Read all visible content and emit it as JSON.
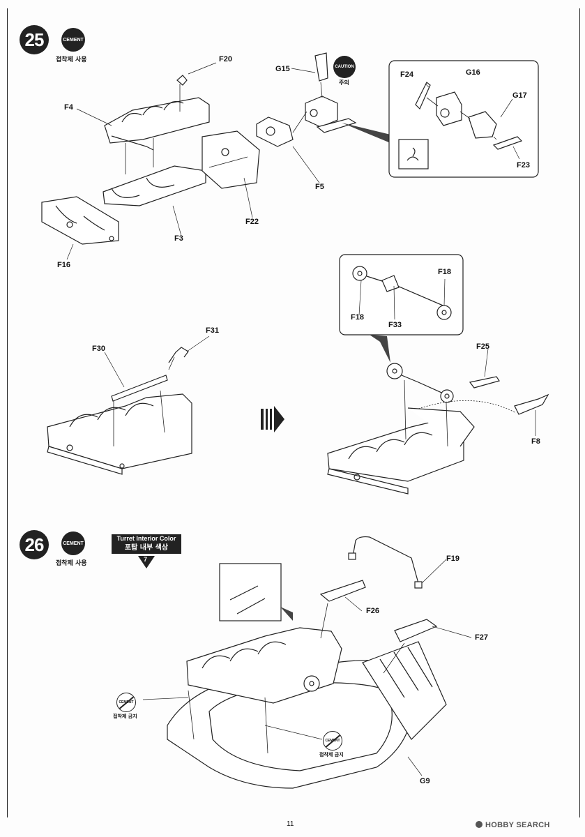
{
  "steps": [
    {
      "number": "25",
      "badge": "CEMENT",
      "badge_caption": "접착제 사용"
    },
    {
      "number": "26",
      "badge": "CEMENT",
      "badge_caption": "접착제 사용"
    }
  ],
  "caution": {
    "badge": "CAUTION",
    "caption": "주의"
  },
  "no_cement": {
    "badge": "CEMENT",
    "caption": "접착제 금지"
  },
  "color_note": {
    "english": "Turret Interior Color",
    "korean": "포탑 내부 색상",
    "number": "7"
  },
  "part_labels": {
    "f20": "F20",
    "g15": "G15",
    "f4": "F4",
    "f24": "F24",
    "g16": "G16",
    "g17": "G17",
    "f23": "F23",
    "f5": "F5",
    "f22": "F22",
    "f3": "F3",
    "f16": "F16",
    "f18a": "F18",
    "f18b": "F18",
    "f33": "F33",
    "f31": "F31",
    "f30": "F30",
    "f25": "F25",
    "f8": "F8",
    "f19": "F19",
    "f26": "F26",
    "f27": "F27",
    "g9": "G9"
  },
  "page_number": "11",
  "watermark": "HOBBY SEARCH"
}
